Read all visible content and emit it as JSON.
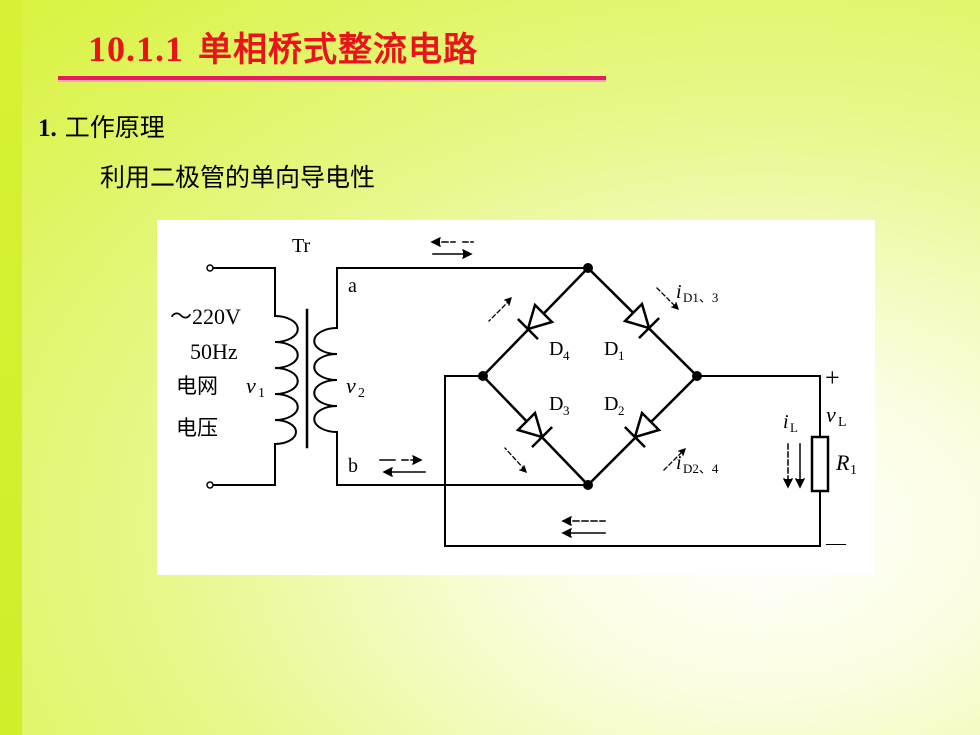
{
  "title": {
    "number": "10.1.1",
    "text": "单相桥式整流电路"
  },
  "section": {
    "number": "1.",
    "heading": "工作原理"
  },
  "subtitle": "利用二极管的单向导电性",
  "circuit": {
    "transformer_label": "Tr",
    "source_voltage": "～220V",
    "source_frequency": "50Hz",
    "grid_label_1": "电网",
    "grid_label_2": "电压",
    "v1_symbol": "v",
    "v1_sub": "1",
    "v2_symbol": "v",
    "v2_sub": "2",
    "node_a": "a",
    "node_b": "b",
    "d1_letter": "D",
    "d1_sub": "1",
    "d2_letter": "D",
    "d2_sub": "2",
    "d3_letter": "D",
    "d3_sub": "3",
    "d4_letter": "D",
    "d4_sub": "4",
    "id13_symbol": "i",
    "id13_sub": "D1、3",
    "id24_symbol": "i",
    "id24_sub": "D2、4",
    "il_symbol": "i",
    "il_sub": "L",
    "vl_symbol": "v",
    "vl_sub": "L",
    "rl_symbol": "R",
    "rl_sub": "1",
    "plus": "+",
    "minus": "—"
  }
}
